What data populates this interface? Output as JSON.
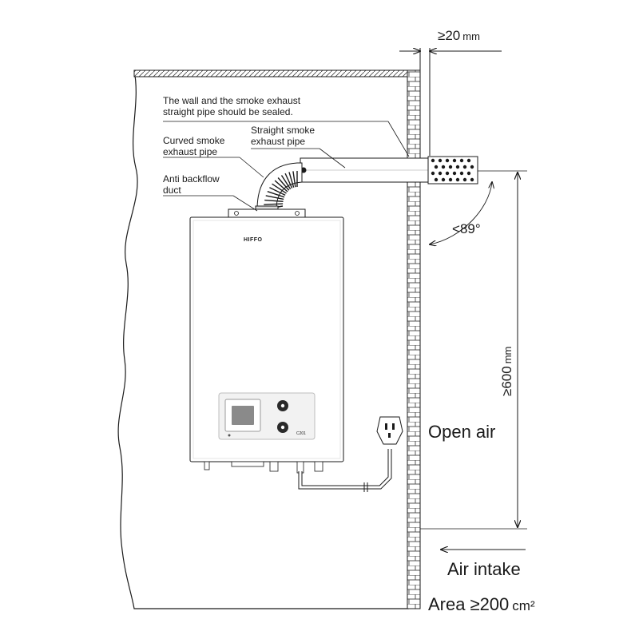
{
  "labels": {
    "wall_seal_line1": "The wall and the smoke exhaust",
    "wall_seal_line2": "straight pipe should be sealed.",
    "straight_pipe_line1": "Straight smoke",
    "straight_pipe_line2": "exhaust pipe",
    "curved_pipe_line1": "Curved smoke",
    "curved_pipe_line2": "exhaust pipe",
    "anti_backflow_line1": "Anti backflow",
    "anti_backflow_line2": "duct"
  },
  "dimensions": {
    "wall_gap_symbol": "≥",
    "wall_gap_value": "20",
    "wall_gap_unit": "mm",
    "angle_symbol": "<",
    "angle_value": "89°",
    "height_symbol": "≥",
    "height_value": "600",
    "height_unit": "mm"
  },
  "zones": {
    "open_air": "Open air",
    "air_intake": "Air intake",
    "area_prefix": "Area",
    "area_symbol": "≥",
    "area_value": "200",
    "area_unit": "cm²"
  },
  "heater": {
    "brand": "HIFFO",
    "model": "C201"
  },
  "colors": {
    "line": "#1a1a1a",
    "heater_body": "#ffffff",
    "panel": "#f2f2f2",
    "display": "#8a8a8a",
    "wall_fill": "#ffffff"
  }
}
